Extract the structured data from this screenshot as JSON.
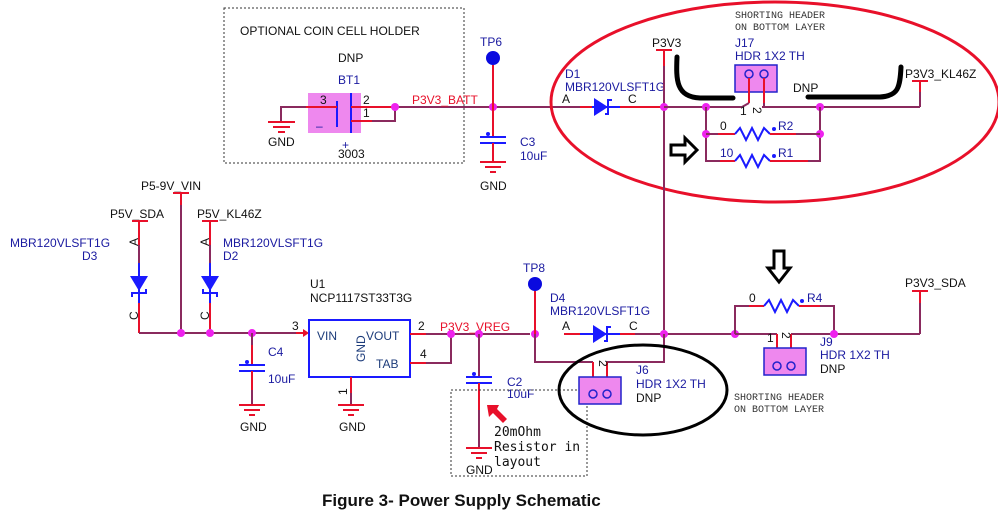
{
  "caption": "Figure 3- Power Supply Schematic",
  "coin_cell": {
    "box_title": "OPTIONAL COIN CELL HOLDER",
    "dnp": "DNP",
    "ref": "BT1",
    "part": "3003",
    "pins": [
      "3",
      "2",
      "1"
    ],
    "minus": "–",
    "plus": "+",
    "gnd": "GND"
  },
  "nets": {
    "p3v3_batt": "P3V3_BATT",
    "p3v3": "P3V3",
    "p3v3_kl46z": "P3V3_KL46Z",
    "p5_9v_vin": "P5-9V_VIN",
    "p5v_sda": "P5V_SDA",
    "p5v_kl46z": "P5V_KL46Z",
    "p3v3_vreg": "P3V3_VREG",
    "p3v3_sda": "P3V3_SDA"
  },
  "testpoints": {
    "tp6": "TP6",
    "tp8": "TP8"
  },
  "capacitors": {
    "c3": {
      "ref": "C3",
      "value": "10uF",
      "gnd": "GND"
    },
    "c4": {
      "ref": "C4",
      "value": "10uF",
      "gnd": "GND"
    },
    "c2": {
      "ref": "C2",
      "value": "10uF",
      "gnd": "GND"
    }
  },
  "diodes": {
    "d1": {
      "ref": "D1",
      "part": "MBR120VLSFT1G",
      "a": "A",
      "c": "C"
    },
    "d2": {
      "ref": "D2",
      "part": "MBR120VLSFT1G",
      "a": "A",
      "c": "C"
    },
    "d3": {
      "ref": "D3",
      "part": "MBR120VLSFT1G",
      "a": "A",
      "c": "C"
    },
    "d4": {
      "ref": "D4",
      "part": "MBR120VLSFT1G",
      "a": "A",
      "c": "C"
    }
  },
  "headers": {
    "j17": {
      "ref": "J17",
      "part": "HDR 1X2 TH",
      "dnp": "DNP",
      "note1": "SHORTING HEADER",
      "note2": "ON BOTTOM LAYER",
      "pin1": "1",
      "pin2": "2"
    },
    "j6": {
      "ref": "J6",
      "part": "HDR 1X2 TH",
      "dnp": "DNP",
      "pin2": "2"
    },
    "j9": {
      "ref": "J9",
      "part": "HDR 1X2 TH",
      "dnp": "DNP",
      "note1": "SHORTING HEADER",
      "note2": "ON BOTTOM LAYER",
      "pin1": "1",
      "pin2": "2"
    }
  },
  "resistors": {
    "r2": {
      "ref": "R2",
      "value": "0"
    },
    "r1": {
      "ref": "R1",
      "value": "10"
    },
    "r4": {
      "ref": "R4",
      "value": "0"
    }
  },
  "regulator": {
    "ref": "U1",
    "part": "NCP1117ST33T3G",
    "vin": "VIN",
    "vout": "VOUT",
    "gnd_pin": "GND",
    "tab": "TAB",
    "pin_vin": "3",
    "pin_vout": "2",
    "pin_tab": "4",
    "pin_gnd": "1",
    "gnd": "GND"
  },
  "annotation": {
    "line1": "20mOhm",
    "line2": "Resistor in",
    "line3": "layout"
  }
}
